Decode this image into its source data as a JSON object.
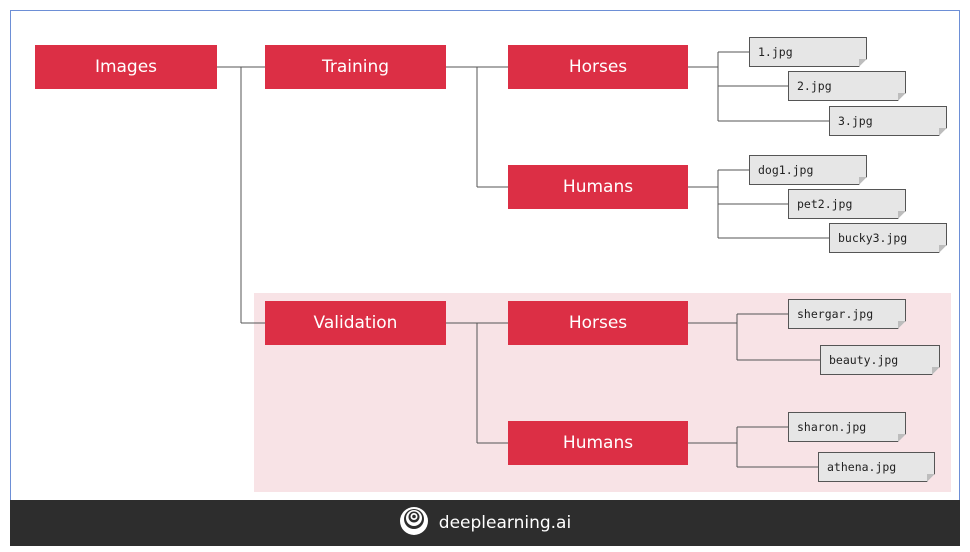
{
  "diagram": {
    "root": {
      "label": "Images"
    },
    "training": {
      "label": "Training",
      "horses": {
        "label": "Horses",
        "files": [
          "1.jpg",
          "2.jpg",
          "3.jpg"
        ]
      },
      "humans": {
        "label": "Humans",
        "files": [
          "dog1.jpg",
          "pet2.jpg",
          "bucky3.jpg"
        ]
      }
    },
    "validation": {
      "label": "Validation",
      "horses": {
        "label": "Horses",
        "files": [
          "shergar.jpg",
          "beauty.jpg"
        ]
      },
      "humans": {
        "label": "Humans",
        "files": [
          "sharon.jpg",
          "athena.jpg"
        ]
      }
    }
  },
  "footer": {
    "brand": "deeplearning.ai",
    "logo_icon": "deeplearning-logo-icon"
  },
  "colors": {
    "node": "#dc2f45",
    "validation_bg": "#f8e3e6",
    "footer_bg": "#2d2d2d",
    "file_bg": "#e6e6e6"
  }
}
